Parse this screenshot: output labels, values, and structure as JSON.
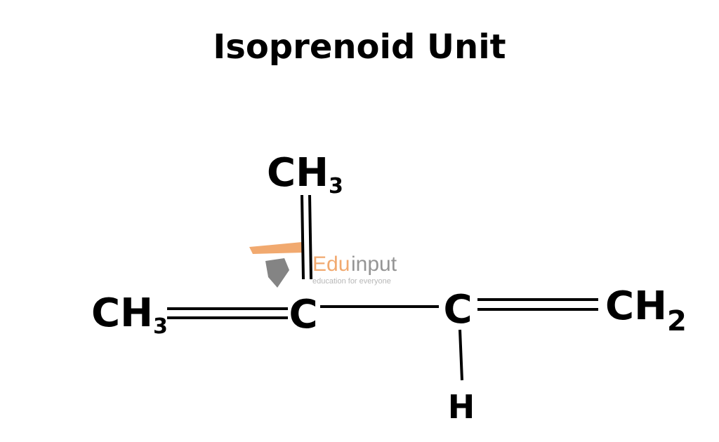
{
  "title": "Isoprenoid Unit",
  "atoms": {
    "left": {
      "main": "CH",
      "sub": "3"
    },
    "top": {
      "main": "CH",
      "sub": "3"
    },
    "c1": "C",
    "c2": "C",
    "right": {
      "main": "CH",
      "sub": "2"
    },
    "h": "H"
  },
  "watermark": {
    "brand_a": "Edu",
    "brand_b": "input",
    "tagline": "education for everyone"
  },
  "colors": {
    "watermark_orange": "#f0a060",
    "watermark_gray": "#8a8a8a"
  }
}
